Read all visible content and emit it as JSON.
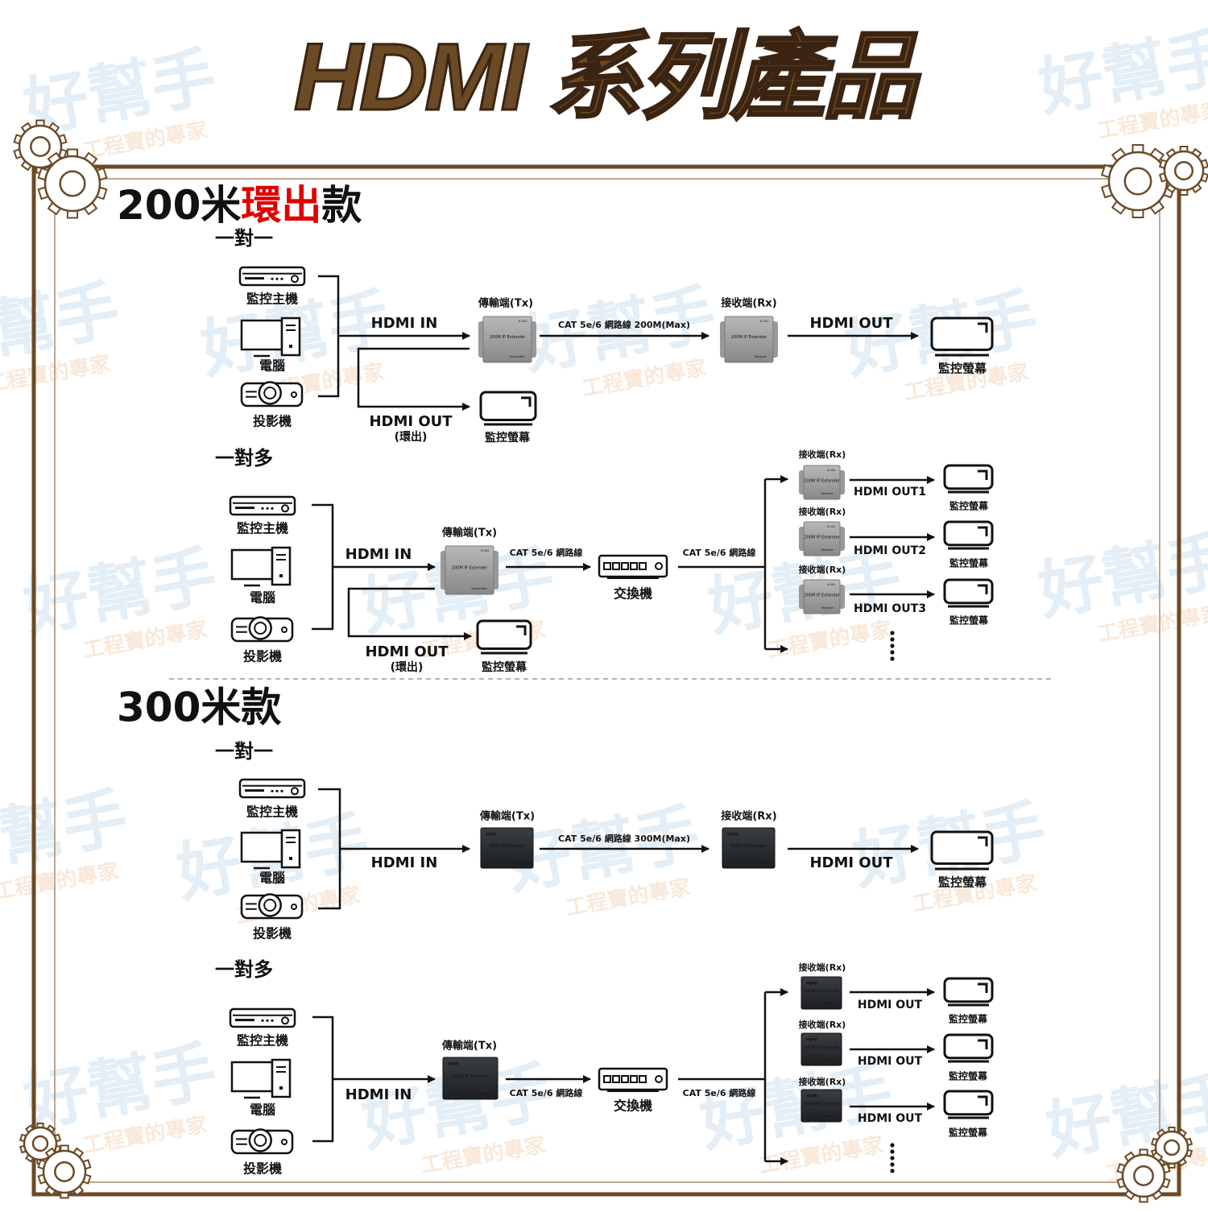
{
  "title": "HDMI 系列產品",
  "watermark": {
    "main": "好幫手",
    "sub": "工程寶的專家"
  },
  "section_200": {
    "heading_pre": "200米",
    "heading_red": "環出",
    "heading_post": "款",
    "one_to_one": "一對一",
    "one_to_many": "一對多"
  },
  "section_300": {
    "heading": "300米款",
    "one_to_one": "一對一",
    "one_to_many": "一對多"
  },
  "sources": {
    "dvr": "監控主機",
    "pc": "電腦",
    "projector": "投影機"
  },
  "labels": {
    "hdmi_in": "HDMI IN",
    "hdmi_out": "HDMI OUT",
    "loop_out": "(環出)",
    "tx": "傳輸端(Tx)",
    "rx": "接收端(Rx)",
    "monitor": "監控螢幕",
    "switch": "交換機",
    "cat_200": "CAT 5e/6 網路線 200M(Max)",
    "cat_300": "CAT 5e/6 網路線 300M(Max)",
    "cat": "CAT 5e/6 網路線",
    "hdmi_out1": "HDMI OUT1",
    "hdmi_out2": "HDMI OUT2",
    "hdmi_out3": "HDMI OUT3"
  },
  "device_text": {
    "model_200": "200M IP Extender",
    "model_300": "300M IP Extender",
    "transmitter": "Transmitter",
    "receiver": "Receiver",
    "hdmi": "HDMI",
    "h264": "H.264"
  },
  "colors": {
    "accent_red": "#e00000",
    "frame_brown": "#6b4a26",
    "title_brown": "#6b4a26"
  }
}
